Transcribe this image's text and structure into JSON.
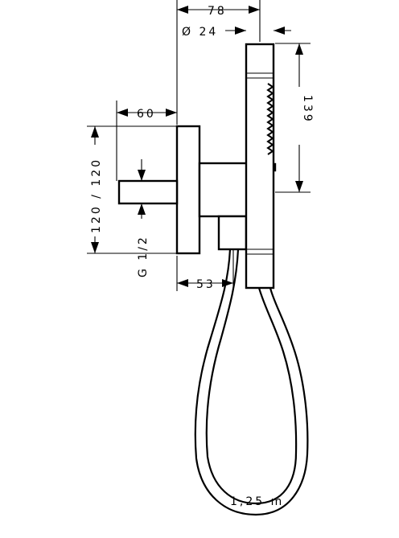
{
  "dimensions": {
    "total_depth": "78",
    "handle_diameter": "Ø 24",
    "handshower_length": "139",
    "connection_depth": "60",
    "rosette": "120 / 120",
    "thread": "G 1/2",
    "outlet_offset": "53",
    "hose_length": "1,25 m"
  }
}
